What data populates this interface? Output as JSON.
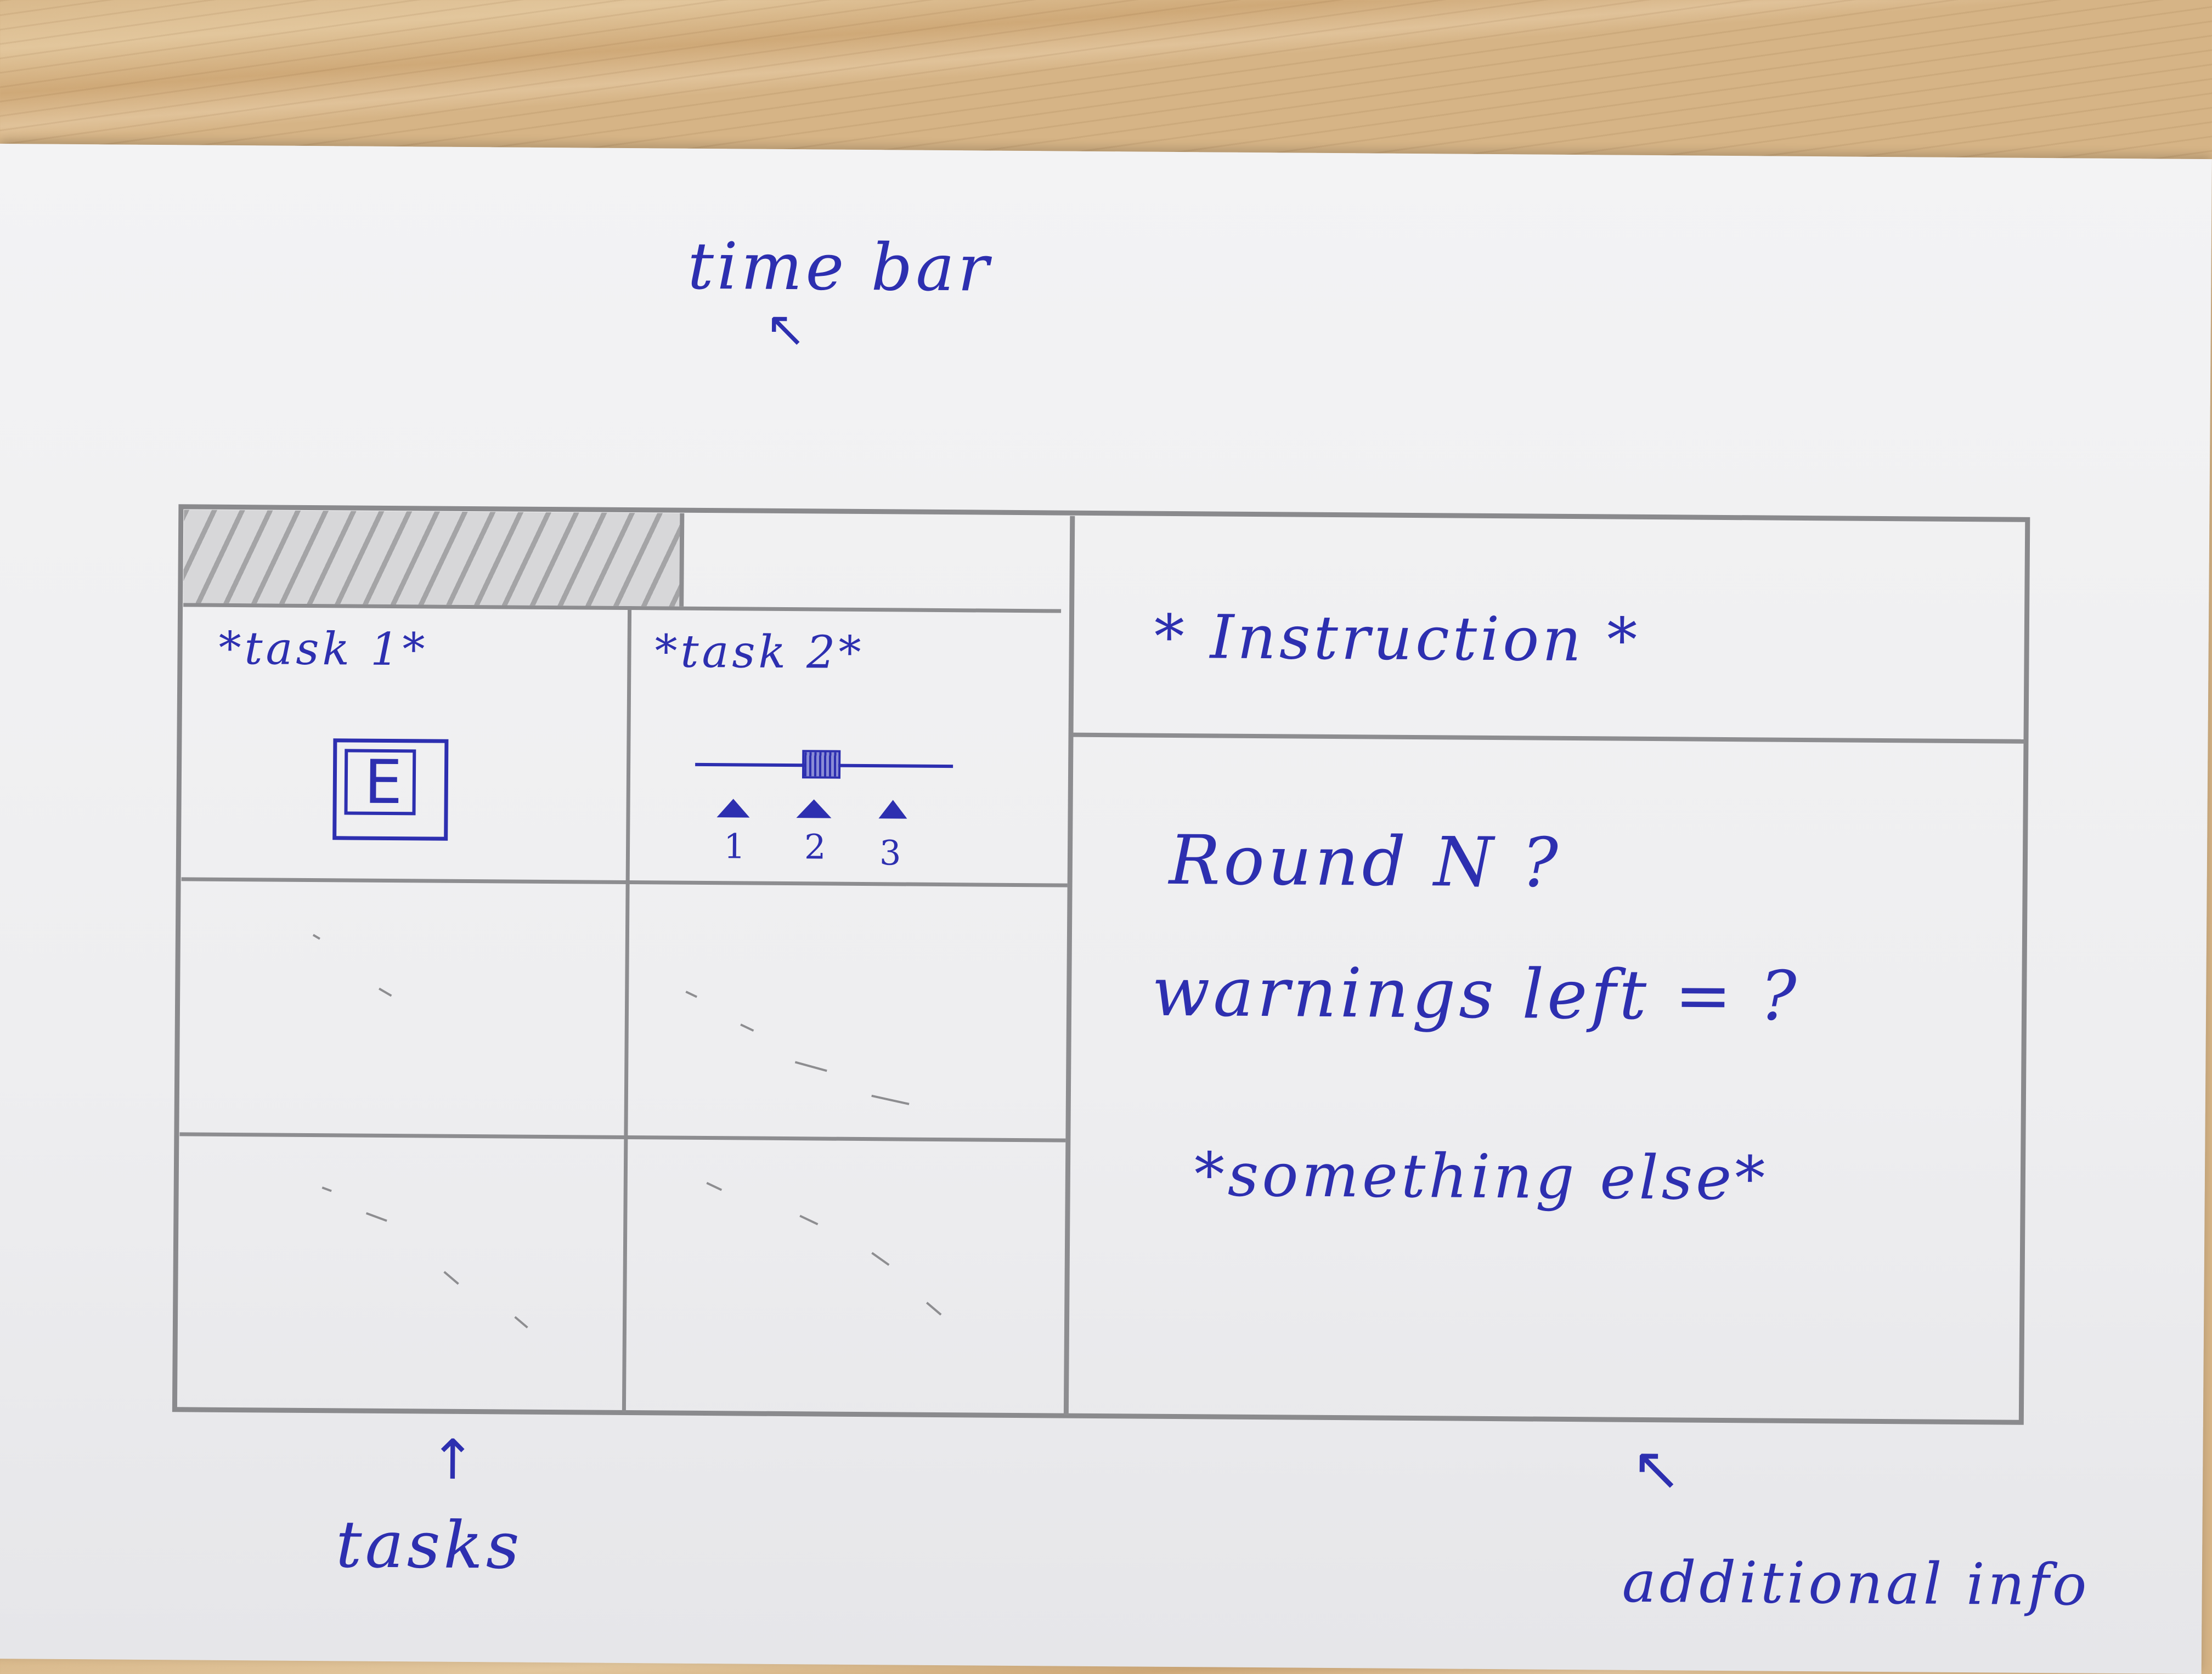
{
  "annotations": {
    "time_bar": "time bar",
    "tasks": "tasks",
    "additional_info": "additional info"
  },
  "tasks": {
    "task1_label": "*task 1*",
    "task1_key": "E",
    "task2_label": "*task 2*",
    "task2_options": [
      "1",
      "2",
      "3"
    ]
  },
  "instruction": {
    "label": "* Instruction *"
  },
  "info": {
    "round": "Round N ?",
    "warnings": "warnings left = ?",
    "other": "*something else*"
  },
  "time_bar_fill": 0.56,
  "colors": {
    "ink": "#2d2fb0",
    "pencil": "#8a8a8d",
    "paper": "#f1f1f3",
    "wood": "#dcbc8f"
  }
}
